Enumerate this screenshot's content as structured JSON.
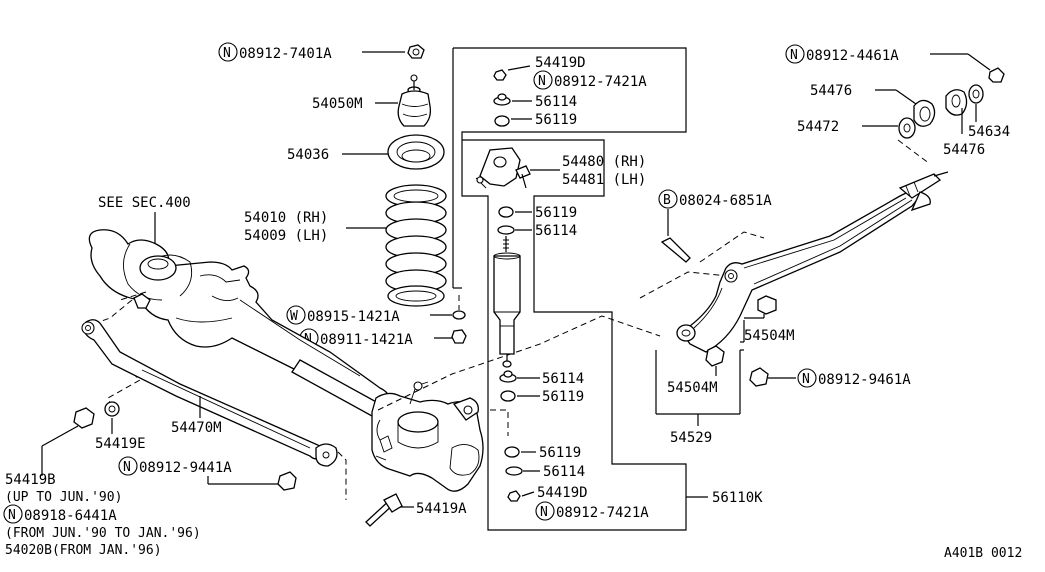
{
  "labels": {
    "n_0891_7401a": "08912-7401A",
    "p_54050m": "54050M",
    "p_54036": "54036",
    "p_54010": "54010 (RH)",
    "p_54009": "54009 (LH)",
    "see_sec": "SEE SEC.400",
    "w_08915": "08915-1421A",
    "n_08911": "08911-1421A",
    "p_54470m": "54470M",
    "p_54419e": "54419E",
    "p_54419b": "54419B",
    "up_to": "(UP TO JUN.'90)",
    "n_08918": "08918-6441A",
    "from_jun": "(FROM JUN.'90 TO JAN.'96)",
    "p_54020b": "54020B(FROM JAN.'96)",
    "n_08912_9441a": "08912-9441A",
    "p_54419a": "54419A",
    "box_54419d": "54419D",
    "box_n_7421a": "08912-7421A",
    "box_56114_a": "56114",
    "box_56119_a": "56119",
    "p_54480": "54480 (RH)",
    "p_54481": "54481 (LH)",
    "box_56119_b": "56119",
    "box_56114_b": "56114",
    "low_56114_a": "56114",
    "low_56119_a": "56119",
    "low_56119_b": "56119",
    "low_56114_b": "56114",
    "low_54419d": "54419D",
    "low_n_7421a": "08912-7421A",
    "p_56110k": "56110K",
    "n_08912_4461a": "08912-4461A",
    "p_54476_a": "54476",
    "p_54472": "54472",
    "p_54634": "54634",
    "p_54476_b": "54476",
    "b_08024": "08024-6851A",
    "p_54504m_a": "54504M",
    "p_54504m_b": "54504M",
    "n_08912_9461a": "08912-9461A",
    "p_54529": "54529",
    "ref": "A401B 0012"
  },
  "symbols": {
    "nut_marker": "N",
    "washer_marker": "W",
    "bolt_marker": "B"
  }
}
